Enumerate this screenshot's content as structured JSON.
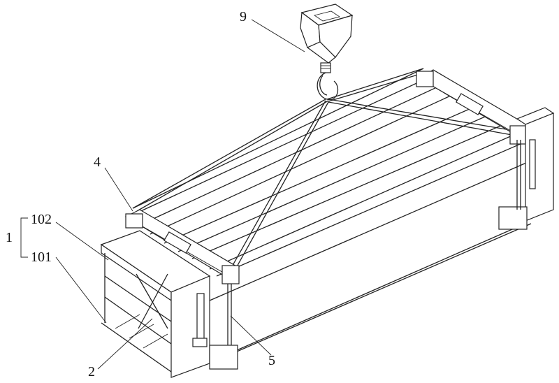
{
  "labels": {
    "hook_assembly": "9",
    "rope_anchor": "4",
    "main_frame": "1",
    "upper_frame": "102",
    "lower_frame": "101",
    "inner_structure": "2",
    "sling": "5"
  }
}
